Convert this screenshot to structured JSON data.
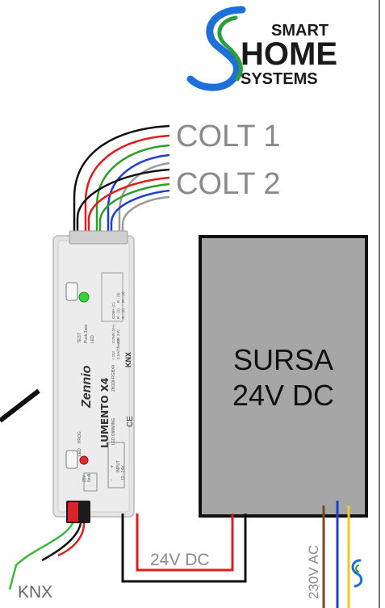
{
  "logo": {
    "line1": "SMART",
    "line2": "HOME",
    "line3": "SYSTEMS",
    "colors": {
      "green": "#2e9e3c",
      "blue": "#1e6fd8",
      "text": "#1a1a1a"
    }
  },
  "labels": {
    "colt1": "COLT 1",
    "colt2": "COLT 2",
    "psu_line1": "SURSA",
    "psu_line2": "24V DC",
    "dc_wire": "24V DC",
    "ac_wire": "230V AC",
    "knx": "KNX"
  },
  "device": {
    "brand": "Zennio",
    "model": "LUMENTO X4",
    "subtitle": "LED DIMMING",
    "code": "ZN1DI-RGBX4",
    "knx_mark": "KNX",
    "ce_mark": "CE",
    "test_label": "TEST",
    "push_label": "Push 3sec",
    "led_label": "LED",
    "prog_label": "PROG",
    "prog_led_label": "LED",
    "bus_label": "29V",
    "bus_current": "5mA",
    "input_label": "INPUT",
    "input_range": "12...24V",
    "input_minus": "-",
    "input_plus": "+",
    "terminals": [
      "COM+ (C)",
      "R - (1)",
      "G - (2)",
      "B - (3)",
      "W - (4)"
    ],
    "spec1": "CONN (V+)",
    "spec2": "12 - 24V",
    "spec3": "I Out",
    "spec4": "2.5A/Channel"
  },
  "colors": {
    "wire_black": "#111111",
    "wire_red": "#e01c1c",
    "wire_green": "#2aa02a",
    "wire_blue": "#1f3fd6",
    "wire_gray": "#9a9a9a",
    "wire_brown": "#7a4a1c",
    "wire_yellow": "#f2c81a",
    "knx_green": "#3ab83a",
    "psu_fill": "#a6a6a6",
    "label_gray": "#8a8a8a",
    "device_body": "#e4e4e4"
  }
}
